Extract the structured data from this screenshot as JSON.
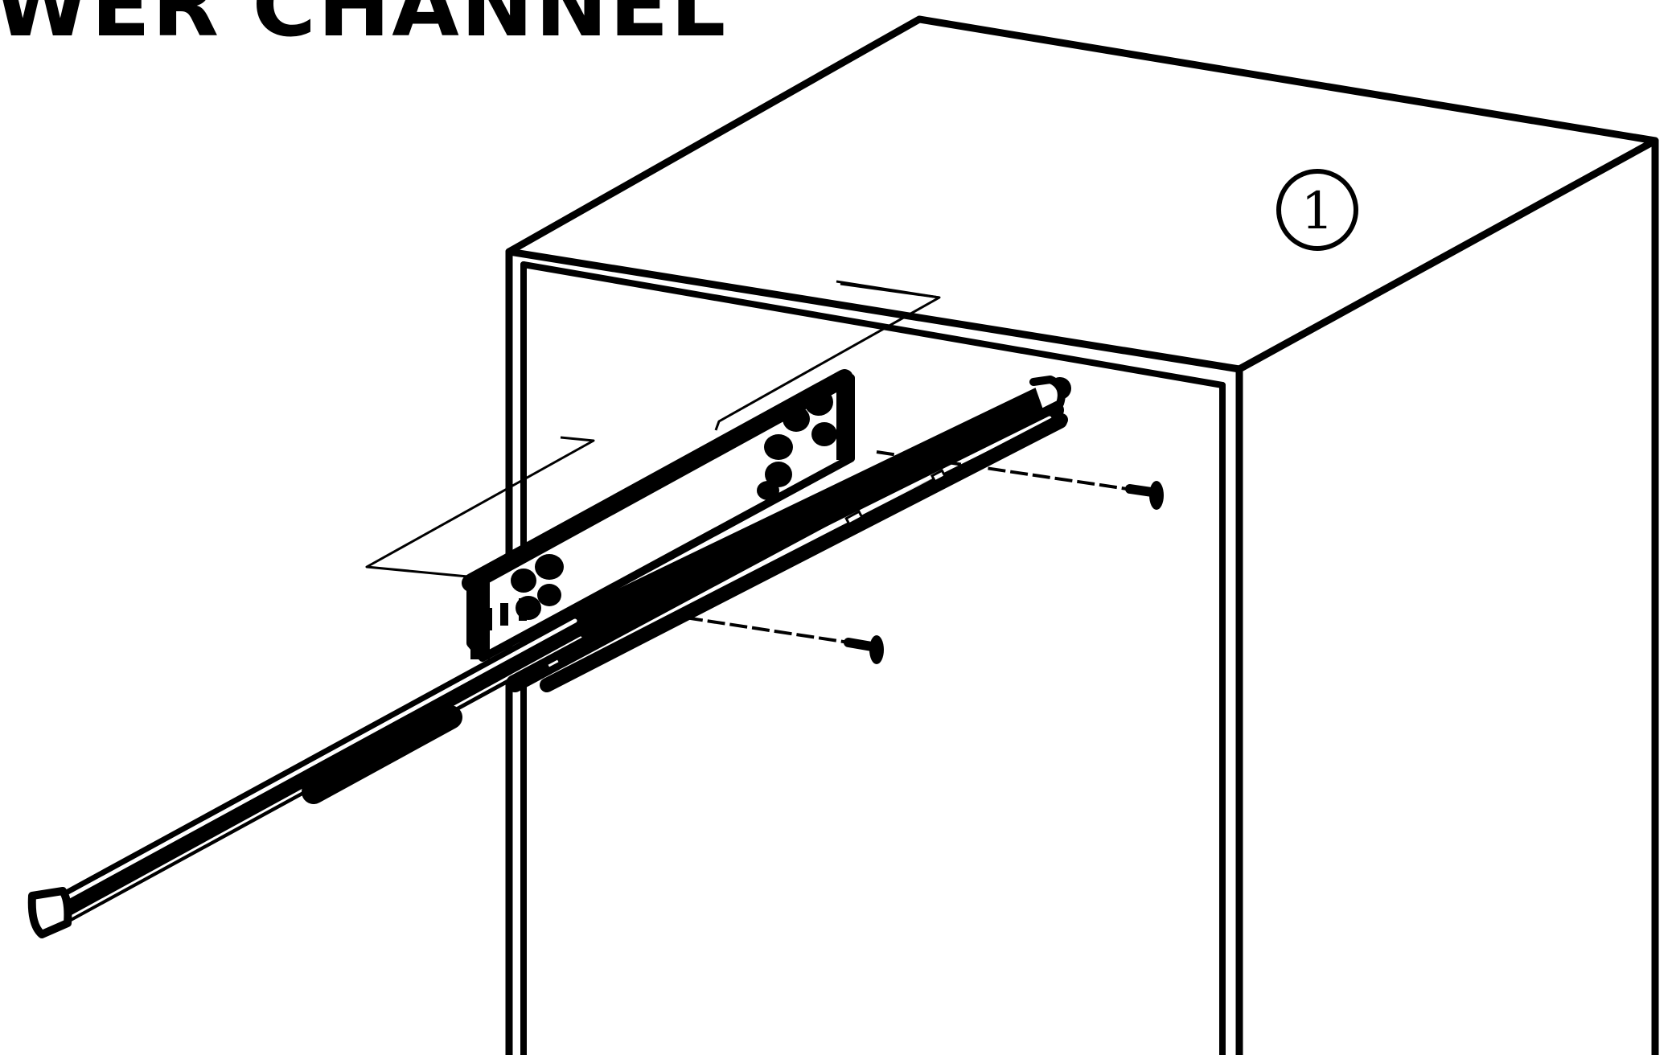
{
  "heading": {
    "title": "WER CHANNEL"
  },
  "step": {
    "number": "1"
  },
  "colors": {
    "ink": "#000000",
    "paper": "#ffffff"
  },
  "icons": {
    "cabinet": "cabinet-outline",
    "drawer_slide": "drawer-slide-rail",
    "screw": "screw-icon"
  }
}
